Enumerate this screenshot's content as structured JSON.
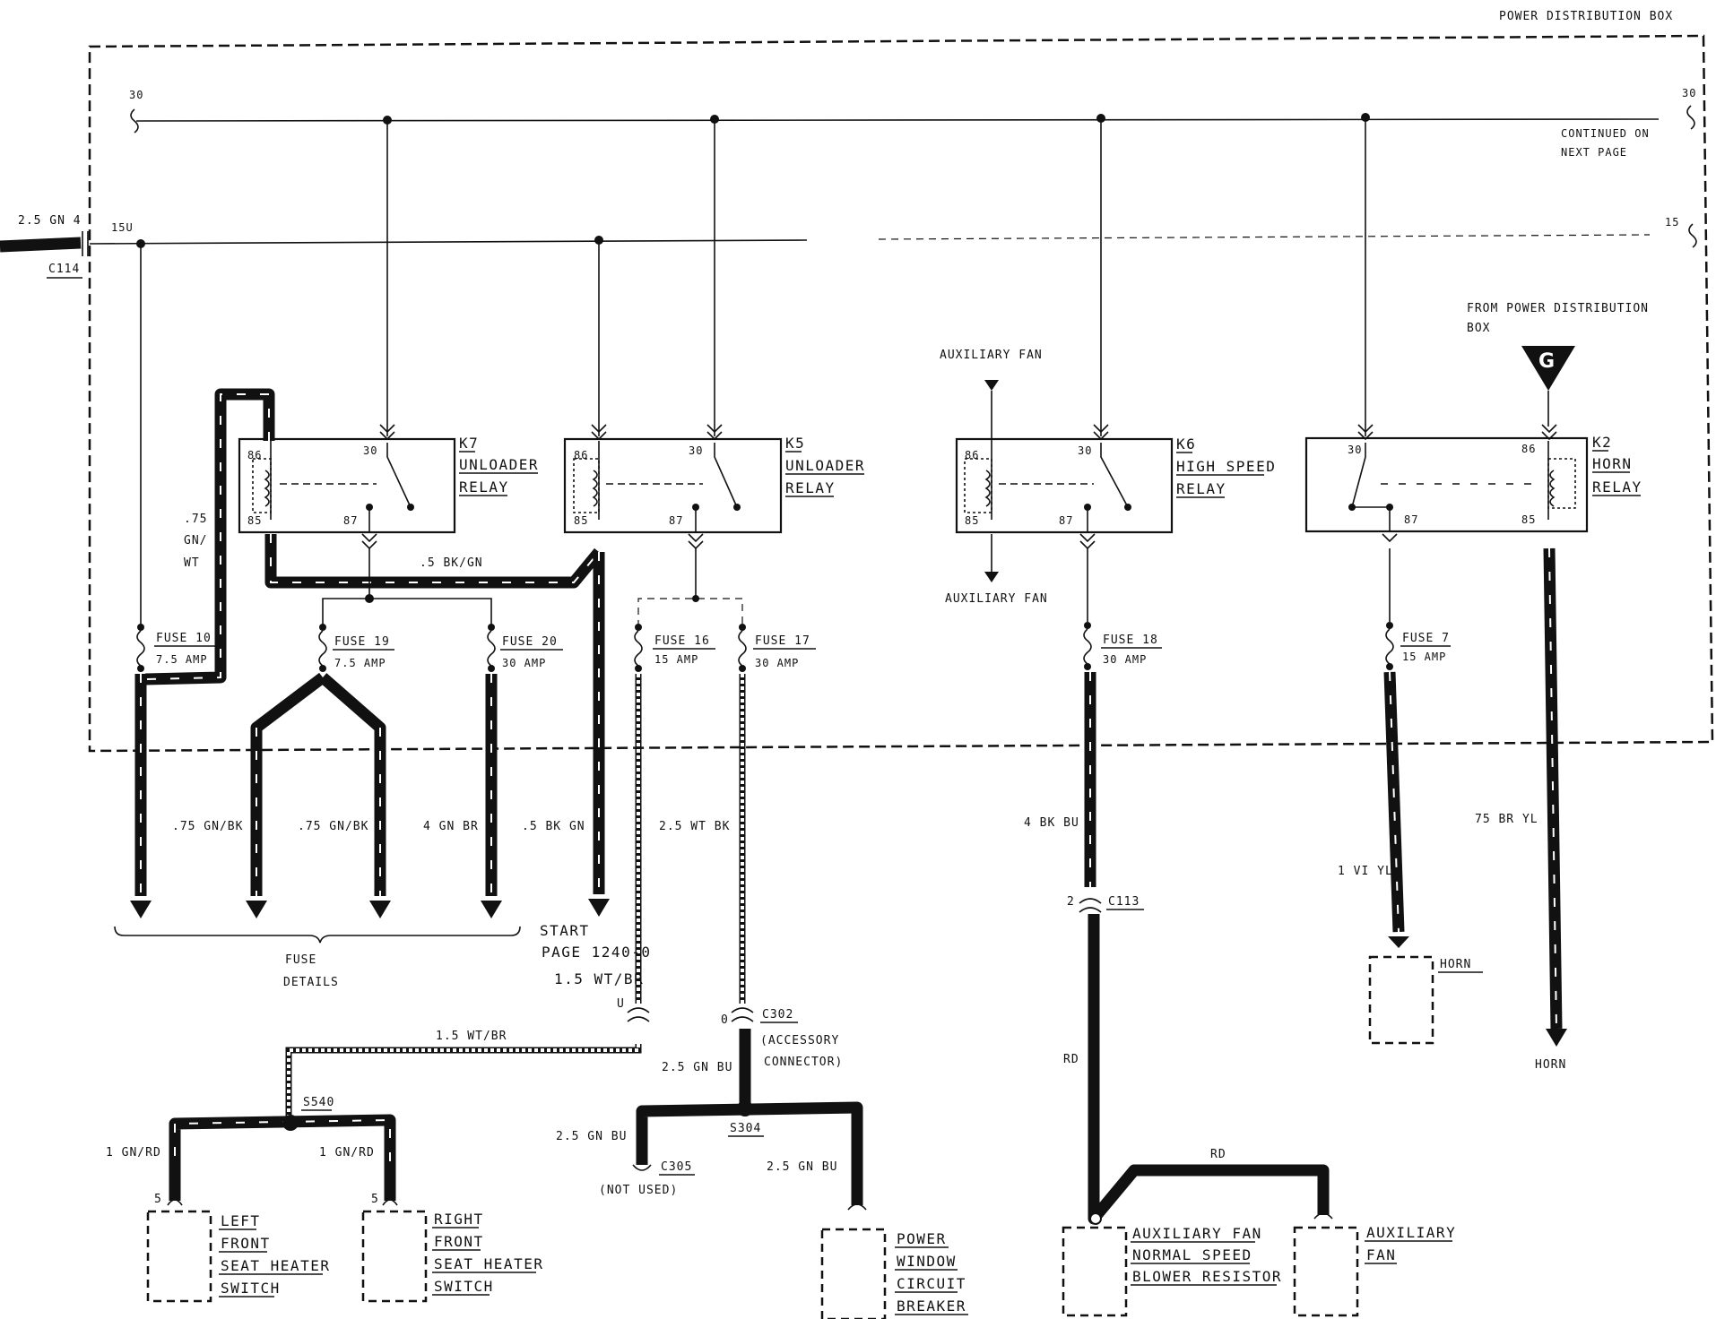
{
  "power_distribution_box": {
    "title": "POWER DISTRIBUTION BOX",
    "bus_30_left": "30",
    "bus_30_right": "30",
    "continued_line1": "CONTINUED ON",
    "continued_line2": "NEXT PAGE",
    "bus_15_left": "15U",
    "bus_15_right": "15",
    "input_wire": "2.5 GN  4",
    "input_connector": "C114"
  },
  "relays": [
    {
      "id": "K7",
      "name_line1": "UNLOADER",
      "name_line2": "RELAY",
      "pin_a": "86",
      "pin_b": "85",
      "pin_c": "30",
      "pin_d": "87"
    },
    {
      "id": "K5",
      "name_line1": "UNLOADER",
      "name_line2": "RELAY",
      "pin_a": "86",
      "pin_b": "85",
      "pin_c": "30",
      "pin_d": "87"
    },
    {
      "id": "K6",
      "name_line1": "HIGH SPEED",
      "name_line2": "RELAY",
      "pin_a": "86",
      "pin_b": "85",
      "pin_c": "30",
      "pin_d": "87"
    },
    {
      "id": "K2",
      "name_line1": "HORN",
      "name_line2": "RELAY",
      "pin_a": "86",
      "pin_b": "85",
      "pin_c": "30",
      "pin_d": "87"
    }
  ],
  "fuses": [
    {
      "name": "FUSE 10",
      "rating": "7.5 AMP"
    },
    {
      "name": "FUSE 19",
      "rating": "7.5 AMP"
    },
    {
      "name": "FUSE 20",
      "rating": "30 AMP"
    },
    {
      "name": "FUSE 16",
      "rating": "15 AMP"
    },
    {
      "name": "FUSE 17",
      "rating": "30 AMP"
    },
    {
      "name": "FUSE 18",
      "rating": "30 AMP"
    },
    {
      "name": "FUSE 7",
      "rating": "15 AMP"
    }
  ],
  "wires": {
    "k7_gn_wt_1": ".75",
    "k7_gn_wt_2": "GN/",
    "k7_gn_wt_3": "WT",
    "bk_gn_link": ".5 BK/GN",
    "w1": ".75 GN/BK",
    "w2": ".75 GN/BK",
    "w3": "4 GN BR",
    "w4": ".5 BK GN",
    "w5": "2.5 WT BK",
    "w6": "4 BK BU",
    "w7": "1 VI YL",
    "w8": "75 BR YL",
    "w9": "1.5 WT/BR",
    "w10": "1.5 WT/BR",
    "w11": "2.5 GN BU",
    "w12": "1 GN/RD",
    "w13": "1 GN/RD",
    "w14": "2.5 GN BU",
    "w15": "2.5 GN BU",
    "w16": "RD",
    "w17": "RD"
  },
  "labels": {
    "aux_fan_top": "AUXILIARY FAN",
    "aux_fan_bottom": "AUXILIARY FAN",
    "from_pdb_1": "FROM POWER DISTRIBUTION",
    "from_pdb_2": "BOX",
    "g_marker": "G",
    "fuse_details_1": "FUSE",
    "fuse_details_2": "DETAILS",
    "start_1": "START",
    "start_2": "PAGE 1240-0",
    "u_pin": "U",
    "o_pin": "0",
    "c302": "C302",
    "c302_desc1": "(ACCESSORY",
    "c302_desc2": "CONNECTOR)",
    "s540": "S540",
    "s304": "S304",
    "c305": "C305",
    "c305_desc": "(NOT USED)",
    "c113_pin": "2",
    "c113": "C113",
    "horn_top": "HORN",
    "horn_bottom": "HORN",
    "pin5_left": "5",
    "pin5_right": "5"
  },
  "components": {
    "left_seat": [
      "LEFT",
      "FRONT",
      "SEAT HEATER",
      "SWITCH"
    ],
    "right_seat": [
      "RIGHT",
      "FRONT",
      "SEAT HEATER",
      "SWITCH"
    ],
    "power_window": [
      "POWER",
      "WINDOW",
      "CIRCUIT",
      "BREAKER"
    ],
    "blower_resistor": [
      "AUXILIARY FAN",
      "NORMAL SPEED",
      "BLOWER RESISTOR"
    ],
    "aux_fan": [
      "AUXILIARY",
      "FAN"
    ]
  }
}
